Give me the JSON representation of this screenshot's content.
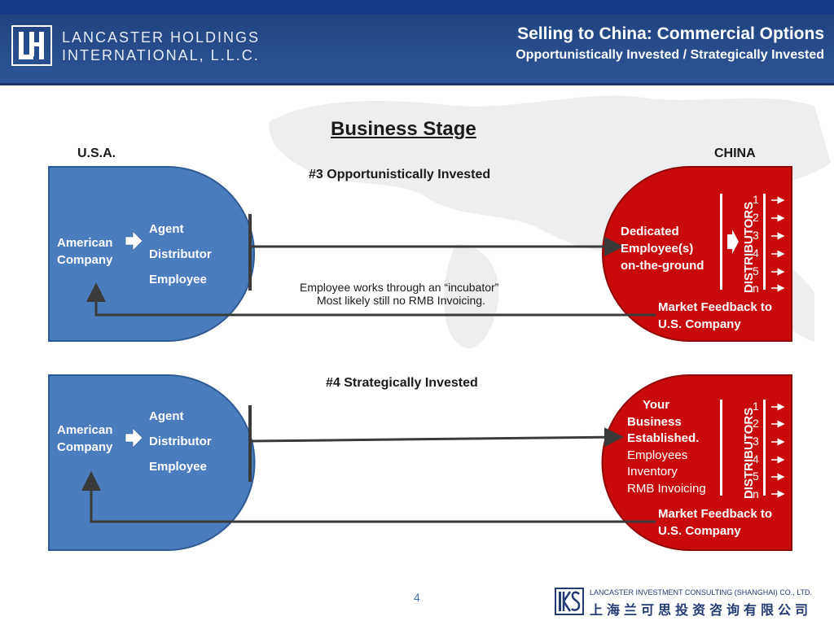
{
  "header": {
    "company_line1": "LANCASTER HOLDINGS",
    "company_line2": "INTERNATIONAL, L.L.C.",
    "title": "Selling to China: Commercial Options",
    "subtitle": "Opportunistically Invested / Strategically Invested"
  },
  "diagram": {
    "title": "Business Stage",
    "left_label": "U.S.A.",
    "right_label": "CHINA",
    "stage3": {
      "heading": "#3 Opportunistically Invested",
      "american": [
        "American",
        "Company"
      ],
      "roles": [
        "Agent",
        "Distributor",
        "Employee"
      ],
      "china_text": [
        "Dedicated",
        "Employee(s)",
        "on-the-ground"
      ],
      "distributors_label": "DISTRIBUTORS",
      "distributor_numbers": [
        "1",
        "2",
        "3",
        "4",
        "5",
        "n"
      ],
      "note_line1": "Employee works through an “incubator”",
      "note_line2": "Most likely still no RMB Invoicing.",
      "feedback": [
        "Market Feedback to",
        "U.S. Company"
      ]
    },
    "stage4": {
      "heading": "#4 Strategically Invested",
      "american": [
        "American",
        "Company"
      ],
      "roles": [
        "Agent",
        "Distributor",
        "Employee"
      ],
      "china_bold": [
        "Your",
        "Business",
        "Established."
      ],
      "china_plain": [
        "Employees",
        "Inventory",
        "RMB Invoicing"
      ],
      "distributors_label": "DISTRIBUTORS",
      "distributor_numbers": [
        "1",
        "2",
        "3",
        "4",
        "5",
        "n"
      ],
      "feedback": [
        "Market Feedback to",
        "U.S. Company"
      ]
    }
  },
  "footer": {
    "page_number": "4",
    "logo_letters": "LKS",
    "company_en": "LANCASTER INVESTMENT CONSULTING (SHANGHAI) CO., LTD.",
    "company_cn": "上海兰可思投资咨询有限公司"
  },
  "colors": {
    "usa_fill": "#4a7dbd",
    "china_fill": "#c90a0a",
    "header_bg": "#234b8c",
    "arrow": "#3a3a3a"
  }
}
